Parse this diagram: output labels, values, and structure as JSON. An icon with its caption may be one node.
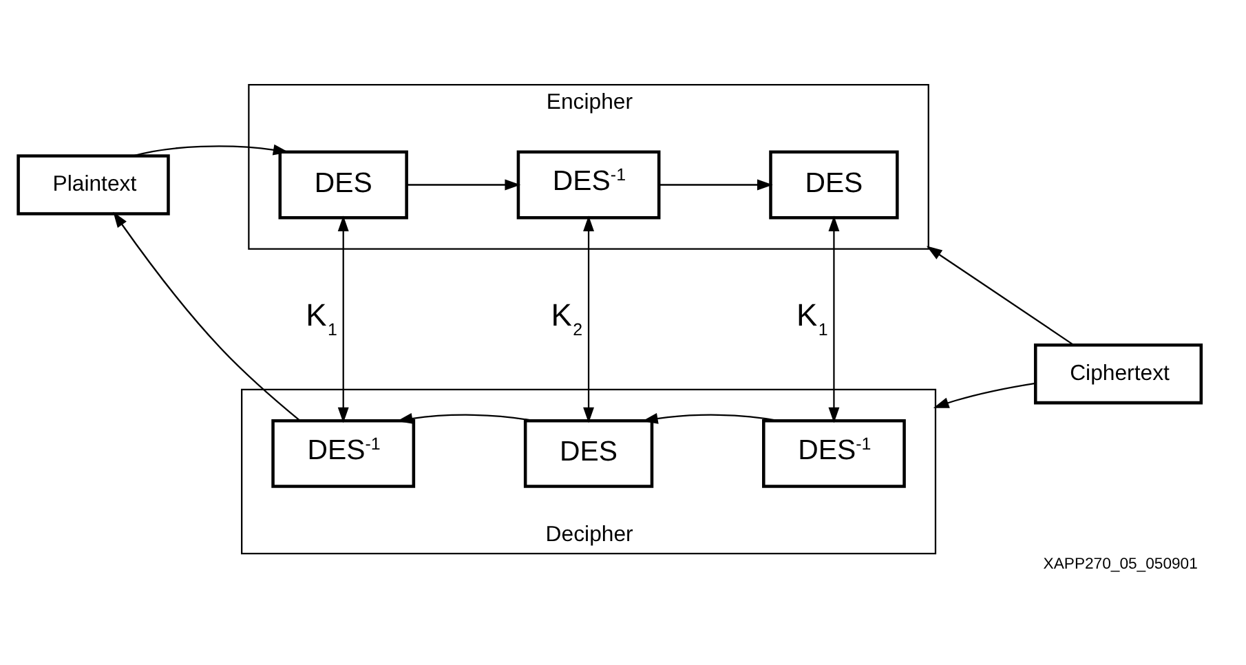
{
  "diagram": {
    "nodes": [
      {
        "text": [
          "Encipher"
        ]
      },
      {
        "text": [
          "DES"
        ],
        "in": 0
      },
      {
        "text": [
          "DES$^{-1}$"
        ],
        "in": 0
      },
      {
        "text": [
          "DES"
        ],
        "in": 0
      },
      {
        "text": [
          "Plaintext"
        ]
      },
      {
        "text": [
          "Ciphertext"
        ]
      },
      {
        "text": [
          "Decipher"
        ]
      },
      {
        "text": [
          "DES$^{-1}$"
        ],
        "in": 6
      },
      {
        "text": [
          "DES"
        ],
        "in": 6
      },
      {
        "text": [
          "DES$^{-1}$"
        ],
        "in": 6
      }
    ],
    "edges": [
      {
        "from": 4,
        "to": 1,
        "arrow": "to"
      },
      {
        "from": 1,
        "to": 2,
        "arrow": "to"
      },
      {
        "from": 2,
        "to": 3,
        "arrow": "to"
      },
      {
        "from": 5,
        "to": 0,
        "arrow": "to"
      },
      {
        "from": 5,
        "to": 6,
        "arrow": "to"
      },
      {
        "from": 9,
        "to": 8,
        "arrow": "to"
      },
      {
        "from": 8,
        "to": 7,
        "arrow": "to"
      },
      {
        "from": 7,
        "to": 4,
        "arrow": "to"
      },
      {
        "from": 1,
        "to": 7,
        "label": "K$_{1}$",
        "arrow": "both"
      },
      {
        "from": 2,
        "to": 8,
        "label": "K$_{2}$",
        "arrow": "both"
      },
      {
        "from": 3,
        "to": 9,
        "label": "K$_{1}$",
        "arrow": "both"
      }
    ],
    "labels": [
      "XAPP270_05_050901"
    ]
  }
}
